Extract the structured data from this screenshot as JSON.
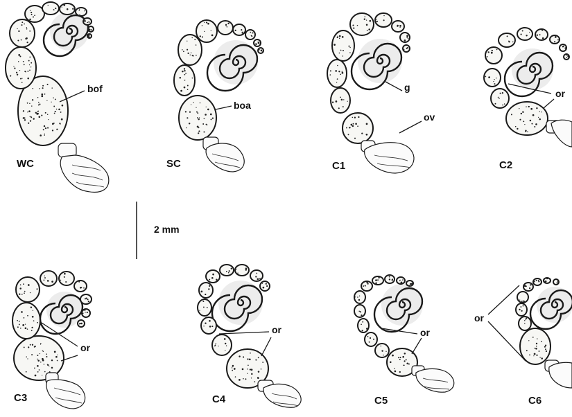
{
  "panels": {
    "wc": "WC",
    "sc": "SC",
    "c1": "C1",
    "c2": "C2",
    "c3": "C3",
    "c4": "C4",
    "c5": "C5",
    "c6": "C6"
  },
  "annotations": {
    "bof": "bof",
    "boa": "boa",
    "g": "g",
    "ov": "ov",
    "or_c2": "or",
    "or_c3": "or",
    "or_c4": "or",
    "or_c5": "or",
    "or_c6": "or"
  },
  "scale": {
    "label": "2 mm"
  }
}
